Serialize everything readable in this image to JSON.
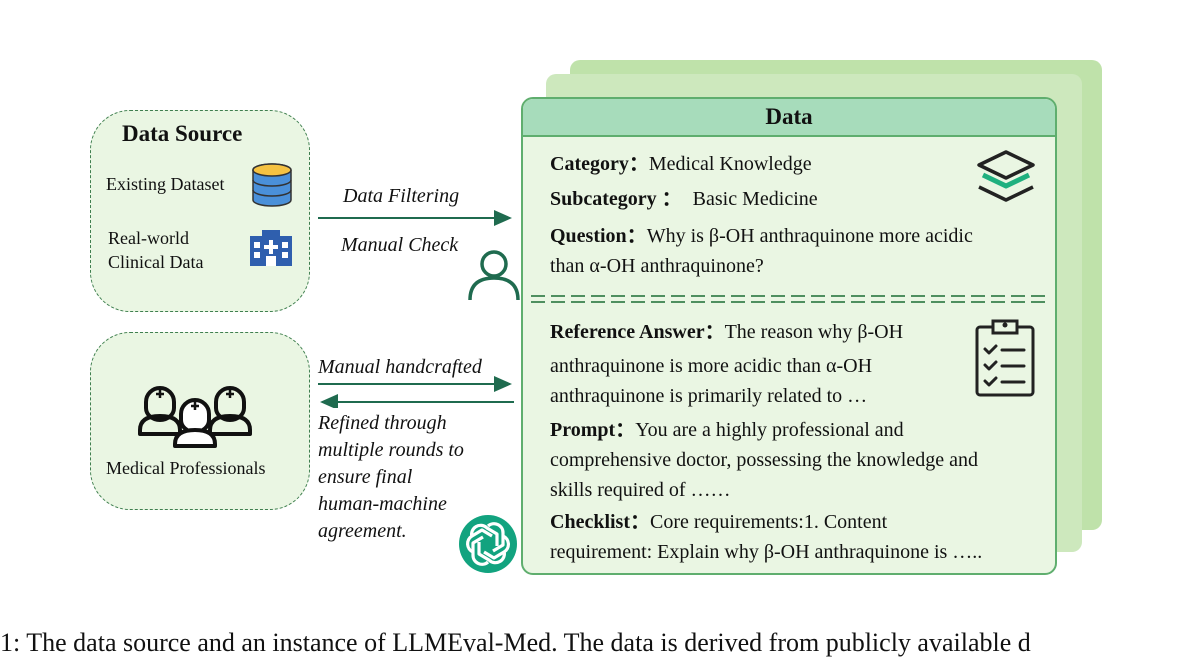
{
  "source_box": {
    "title": "Data Source",
    "existing": "Existing Dataset",
    "clinical_line1": "Real-world",
    "clinical_line2": "Clinical Data"
  },
  "prof_box": {
    "label": "Medical Professionals"
  },
  "arrows": {
    "filter": "Data Filtering",
    "check": "Manual Check",
    "handcrafted": "Manual handcrafted",
    "refined_lines": [
      "Refined through",
      "multiple rounds to",
      "ensure final",
      "human-machine",
      "agreement."
    ]
  },
  "card": {
    "header": "Data",
    "category_label": "Category：",
    "category_value": "Medical Knowledge",
    "subcategory_label": "Subcategory ：",
    "subcategory_value": "Basic Medicine",
    "question_label": "Question：",
    "question_line1": "Why is β-OH anthraquinone more acidic",
    "question_line2": "than α-OH anthraquinone?",
    "ref_label": "Reference Answer：",
    "ref_line1": "The reason why β-OH",
    "ref_line2": "anthraquinone is more acidic than α-OH",
    "ref_line3": "anthraquinone is primarily related to …",
    "prompt_label": "Prompt：",
    "prompt_line1": "You are a highly professional and",
    "prompt_line2": "comprehensive doctor, possessing the knowledge and",
    "prompt_line3": "skills required of ……",
    "checklist_label": "Checklist：",
    "checklist_line1": "Core requirements:1. Content",
    "checklist_line2": "requirement: Explain why β-OH anthraquinone is ….."
  },
  "caption": "1: The data source and an instance of LLMEval-Med. The data is derived from publicly available d",
  "colors": {
    "box_fill": "#eaf6e3",
    "box_border": "#3f7f4f",
    "header_fill": "#a7dcbb",
    "arrow": "#1f6b4f",
    "openai_logo": "#12a37f",
    "db_icon": "#4a90d9",
    "hospital_icon": "#2f5fae"
  },
  "icons": [
    "database-icon",
    "hospital-icon",
    "person-icon",
    "doctors-icon",
    "layers-icon",
    "clipboard-checklist-icon",
    "openai-logo-icon"
  ]
}
